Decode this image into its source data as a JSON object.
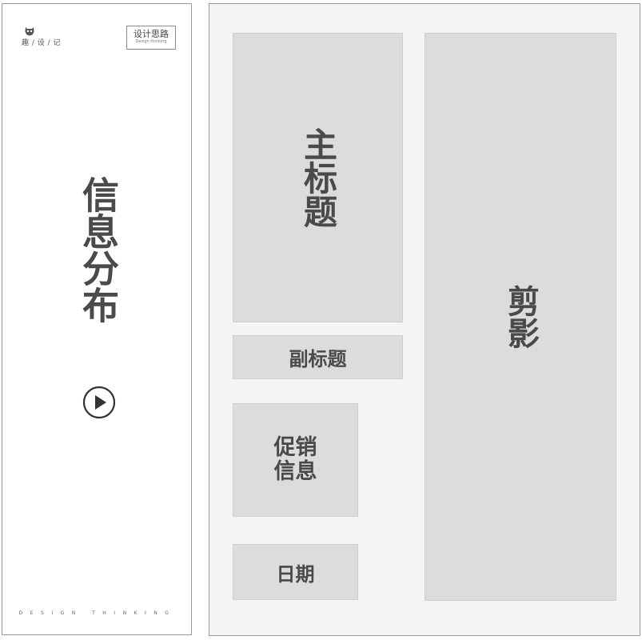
{
  "left_panel": {
    "logo_text": "趣 / 设 / 记",
    "tag": {
      "cn": "设计思路",
      "en": "Design thinking"
    },
    "title": "信息分布",
    "bottom_text": "DESIGN THINKING"
  },
  "right_panel": {
    "main_title": "主标题",
    "subtitle": "副标题",
    "promo": "促销信息",
    "date": "日期",
    "cutout": "剪影"
  },
  "colors": {
    "block_fill": "#dcdcdc",
    "panel_fill": "#f4f4f4",
    "text": "#4a4a4a",
    "border": "#9a9a9a"
  },
  "icons": [
    "logo-icon",
    "play-icon"
  ]
}
